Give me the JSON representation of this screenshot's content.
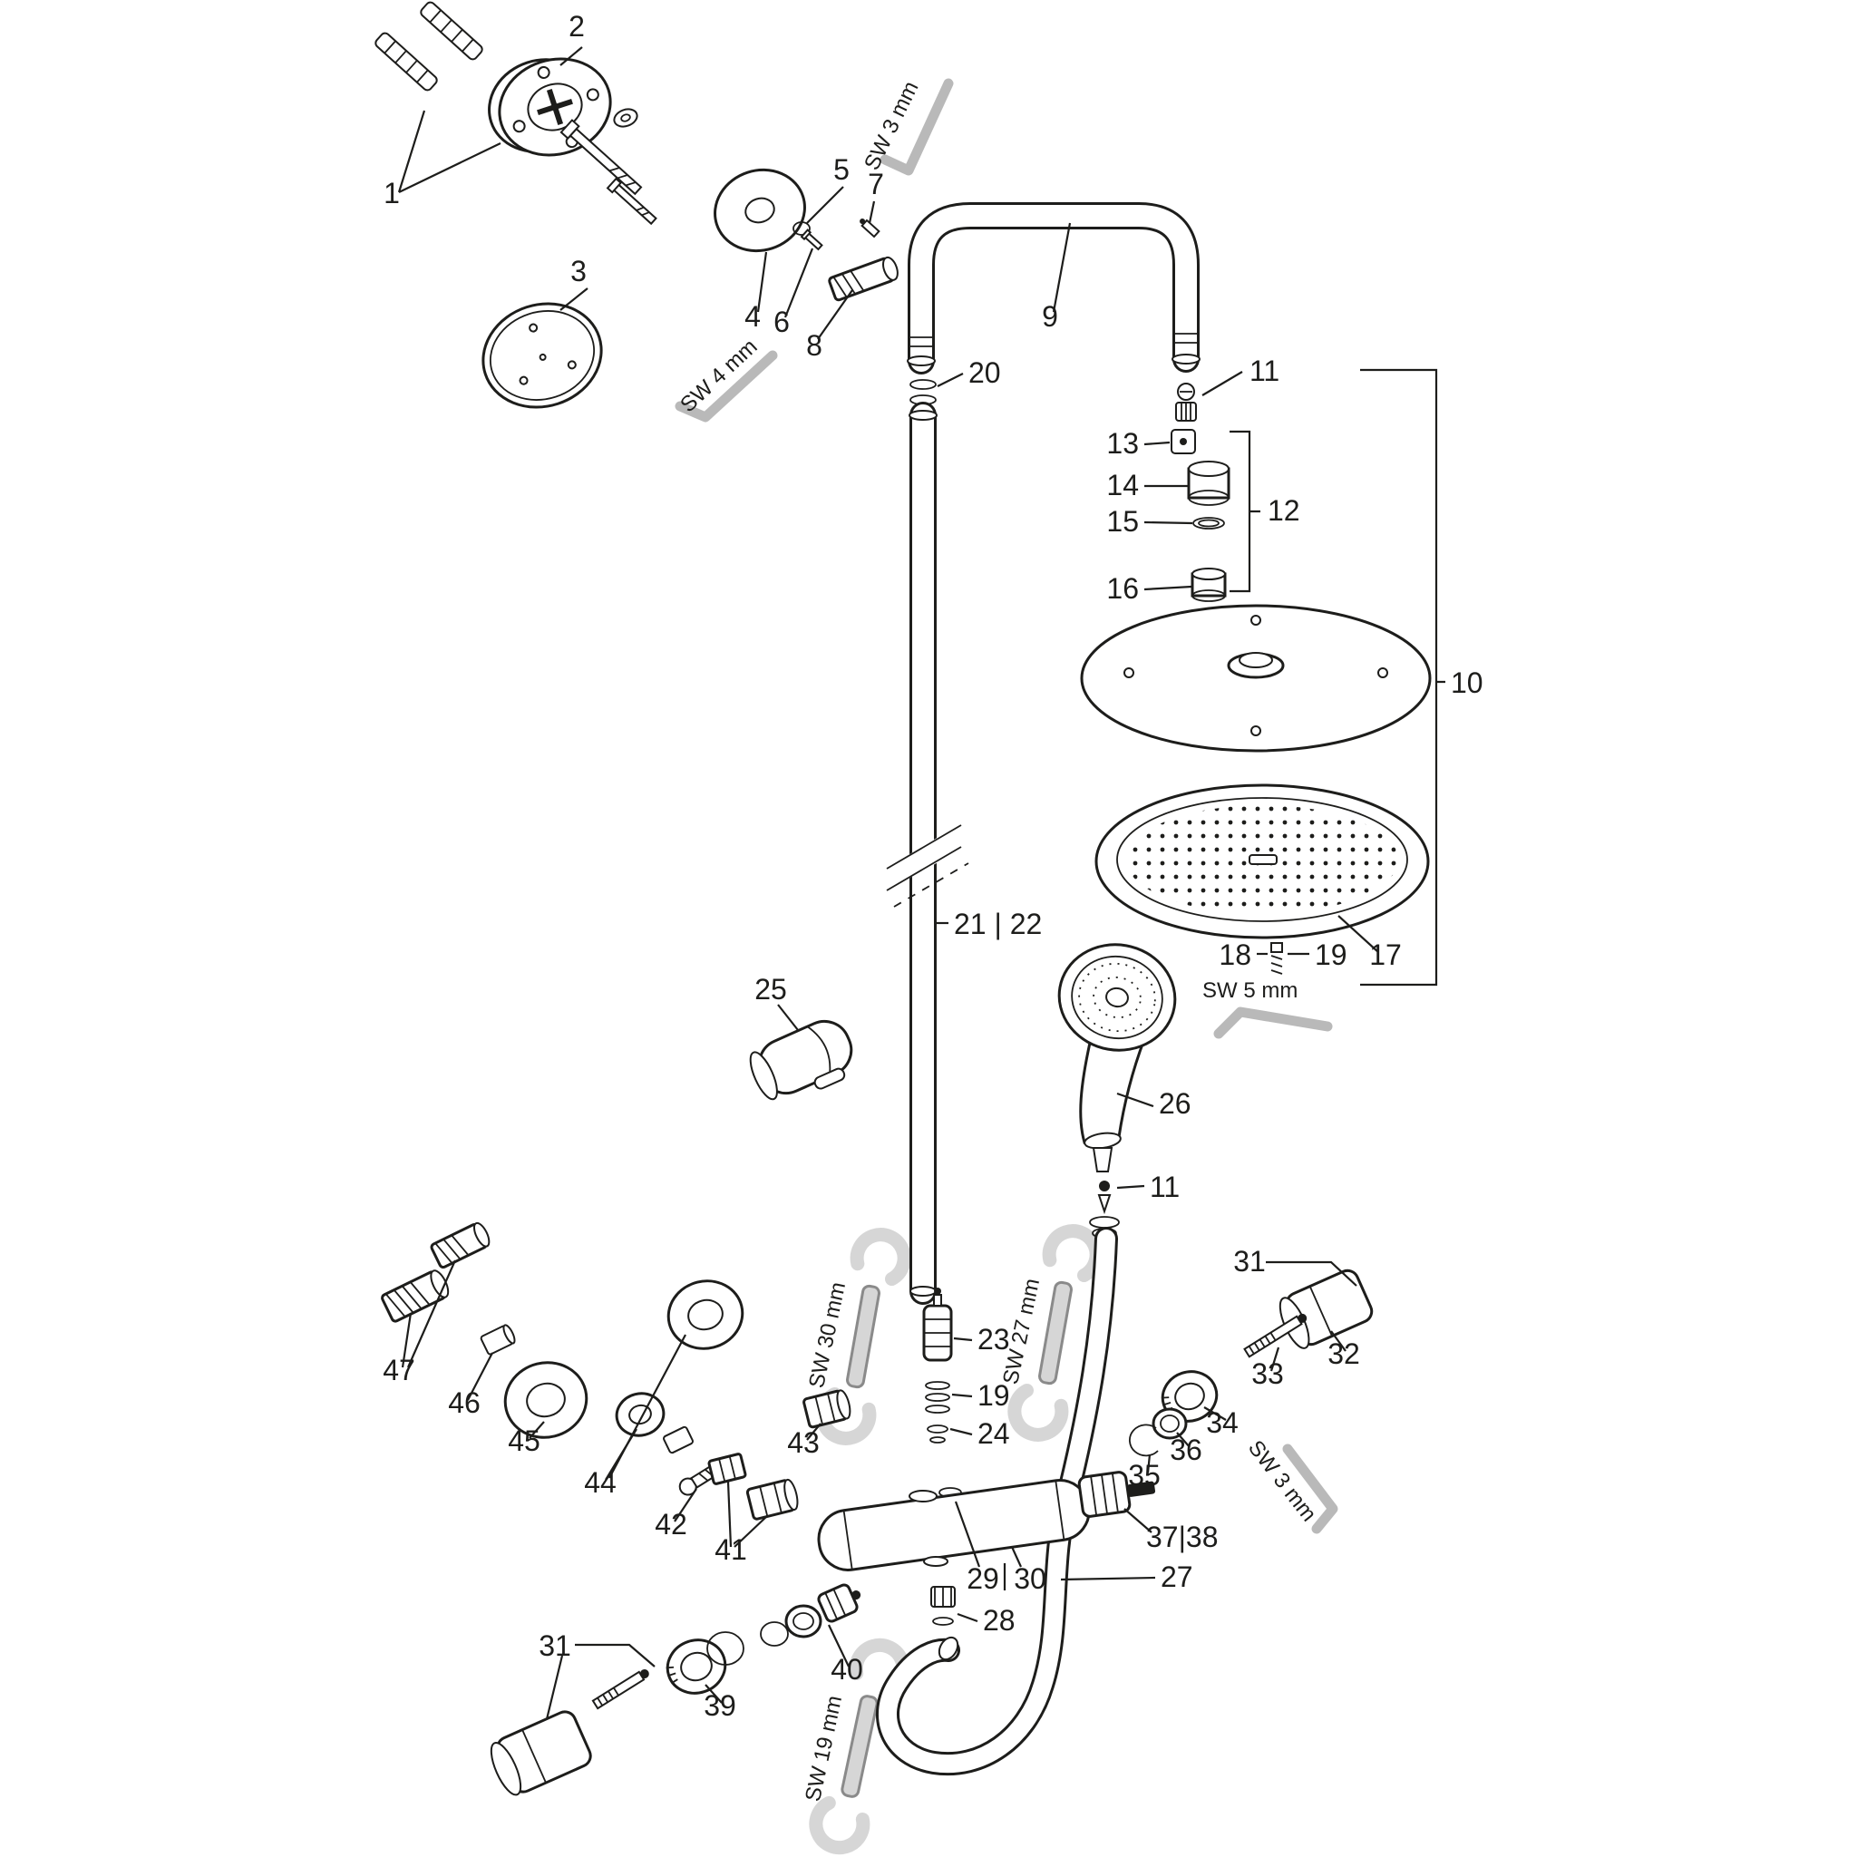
{
  "diagram": {
    "type": "exploded-parts-diagram",
    "background_color": "#ffffff",
    "line_color": "#1d1d1b",
    "tool_color": "#d6d6d6"
  },
  "callouts": {
    "n1": "1",
    "n2": "2",
    "n3": "3",
    "n4": "4",
    "n5": "5",
    "n6": "6",
    "n7": "7",
    "n8": "8",
    "n9": "9",
    "n10": "10",
    "n11": "11",
    "n12": "12",
    "n13": "13",
    "n14": "14",
    "n15": "15",
    "n16": "16",
    "n17": "17",
    "n18": "18",
    "n19": "19",
    "n20": "20",
    "n21_22": "21 | 22",
    "n23": "23",
    "n24": "24",
    "n25": "25",
    "n26": "26",
    "n27": "27",
    "n28": "28",
    "n29": "29",
    "n30": "30",
    "n31": "31",
    "n32": "32",
    "n33": "33",
    "n34": "34",
    "n35": "35",
    "n36": "36",
    "n37_38": "37|38",
    "n39": "39",
    "n40": "40",
    "n41": "41",
    "n42": "42",
    "n43": "43",
    "n44": "44",
    "n45": "45",
    "n46": "46",
    "n47": "47"
  },
  "tools": {
    "sw3": "SW 3 mm",
    "sw4": "SW 4 mm",
    "sw5": "SW 5 mm",
    "sw19": "SW 19 mm",
    "sw27": "SW 27 mm",
    "sw30": "SW 30 mm"
  }
}
